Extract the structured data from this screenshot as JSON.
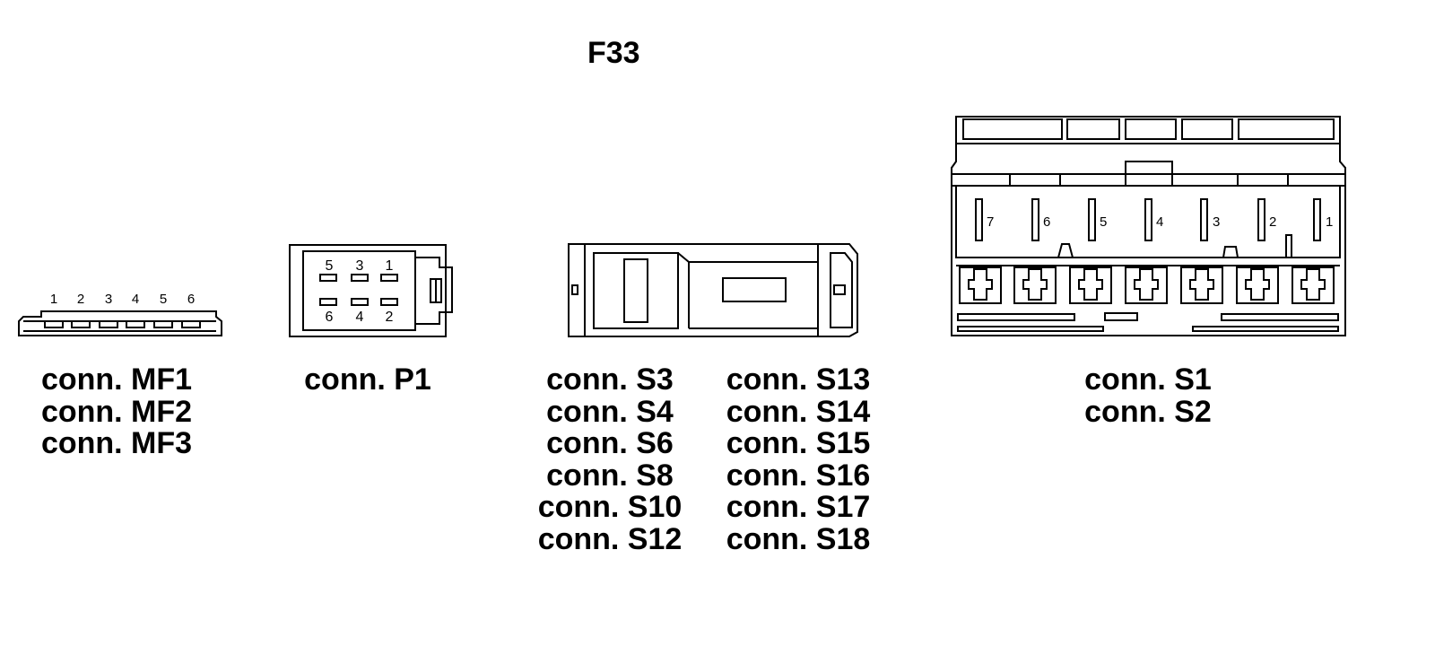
{
  "title": "F33",
  "connectors": {
    "mf": {
      "pins": [
        "1",
        "2",
        "3",
        "4",
        "5",
        "6"
      ],
      "labels": [
        "conn. MF1",
        "conn. MF2",
        "conn. MF3"
      ]
    },
    "p1": {
      "pins_top": [
        "5",
        "3",
        "1"
      ],
      "pins_bottom": [
        "6",
        "4",
        "2"
      ],
      "labels": [
        "conn. P1"
      ]
    },
    "s_small": {
      "labels_left": [
        "conn. S3",
        "conn. S4",
        "conn. S6",
        "conn. S8",
        "conn. S10",
        "conn. S12"
      ],
      "labels_right": [
        "conn. S13",
        "conn. S14",
        "conn. S15",
        "conn. S16",
        "conn. S17",
        "conn. S18"
      ]
    },
    "s_large": {
      "pins": [
        "7",
        "6",
        "5",
        "4",
        "3",
        "2",
        "1"
      ],
      "labels": [
        "conn. S1",
        "conn. S2"
      ]
    }
  }
}
